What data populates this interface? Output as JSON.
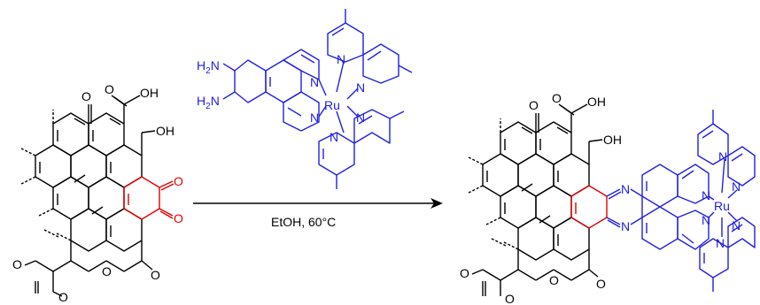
{
  "colors": {
    "ink": "#000000",
    "reactive": "#e00000",
    "complex": "#2020e0",
    "background": "#ffffff"
  },
  "conditions": {
    "text": "EtOH, 60°C"
  },
  "left_molecule": {
    "labels": {
      "acid_carbonyl_o": "O",
      "acid_oh": "OH",
      "ketone_o": "O",
      "phenol_oh": "OH",
      "dione_o1": "O",
      "dione_o2": "O",
      "lactone_o_ring": "O",
      "lactone_o": "O",
      "enone_o_top": "O",
      "enone_o_bottom": "O"
    }
  },
  "reagent": {
    "labels": {
      "amine1_h": "H",
      "amine1_sub": "2",
      "amine1_n": "N",
      "amine2_h": "H",
      "amine2_sub": "2",
      "amine2_n": "N",
      "phen_n1": "N",
      "phen_n2": "N",
      "metal": "Ru",
      "bpy1_n1": "N",
      "bpy1_n2": "N",
      "bpy2_n1": "N",
      "bpy2_n2": "N"
    }
  },
  "product": {
    "labels": {
      "acid_carbonyl_o": "O",
      "acid_oh": "OH",
      "ketone_o": "O",
      "phenol_oh": "OH",
      "pyrazine_n1": "N",
      "pyrazine_n2": "N",
      "phen_n1": "N",
      "phen_n2": "N",
      "metal": "Ru",
      "bpy1_n1": "N",
      "bpy1_n2": "N",
      "bpy2_n1": "N",
      "bpy2_n2": "N",
      "lactone_o_ring": "O",
      "lactone_o": "O",
      "enone_o_top": "O",
      "enone_o_bottom": "O"
    }
  }
}
